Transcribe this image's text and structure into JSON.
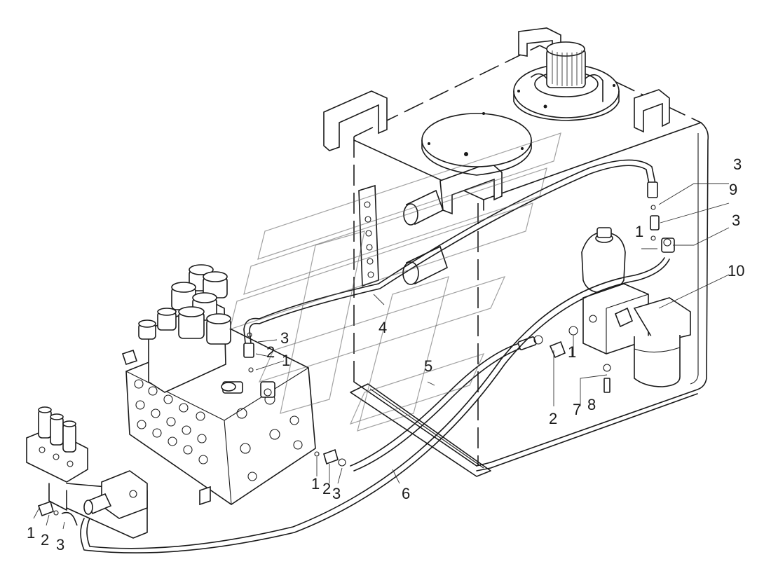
{
  "diagram": {
    "callouts": [
      {
        "id": "c-3-top",
        "text": "3"
      },
      {
        "id": "c-9",
        "text": "9"
      },
      {
        "id": "c-1-right",
        "text": "1"
      },
      {
        "id": "c-3-right",
        "text": "3"
      },
      {
        "id": "c-10",
        "text": "10"
      },
      {
        "id": "c-4",
        "text": "4"
      },
      {
        "id": "c-5",
        "text": "5"
      },
      {
        "id": "c-1-mid",
        "text": "1"
      },
      {
        "id": "c-2-mid",
        "text": "2"
      },
      {
        "id": "c-7",
        "text": "7"
      },
      {
        "id": "c-8",
        "text": "8"
      },
      {
        "id": "c-3-valve",
        "text": "3"
      },
      {
        "id": "c-2-valve",
        "text": "2"
      },
      {
        "id": "c-1-valve",
        "text": "1"
      },
      {
        "id": "c-1-low",
        "text": "1"
      },
      {
        "id": "c-2-low",
        "text": "2"
      },
      {
        "id": "c-3-low",
        "text": "3"
      },
      {
        "id": "c-6",
        "text": "6"
      },
      {
        "id": "c-1-left",
        "text": "1"
      },
      {
        "id": "c-2-left",
        "text": "2"
      },
      {
        "id": "c-3-left",
        "text": "3"
      }
    ]
  }
}
